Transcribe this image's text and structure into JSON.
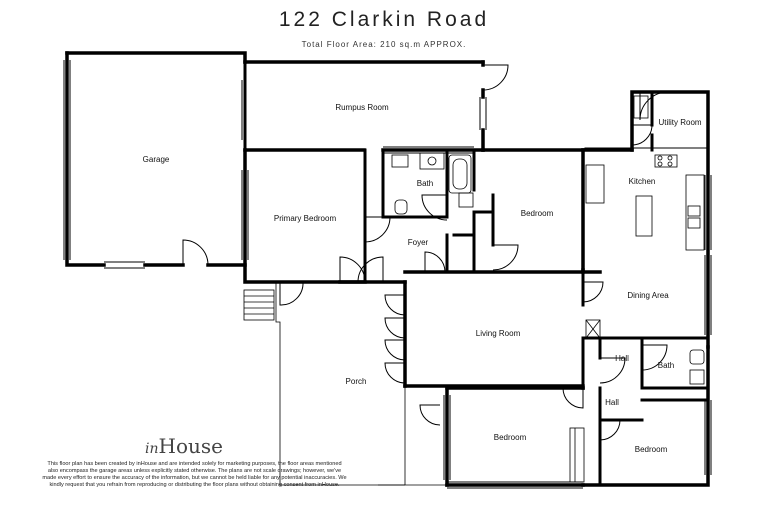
{
  "header": {
    "title": "122 Clarkin Road",
    "subtitle": "Total Floor Area: 210 sq.m APPROX."
  },
  "rooms": {
    "garage": "Garage",
    "rumpus": "Rumpus Room",
    "primary_bedroom": "Primary Bedroom",
    "bath1": "Bath",
    "foyer": "Foyer",
    "bedroom1": "Bedroom",
    "utility": "Utility Room",
    "kitchen": "Kitchen",
    "dining": "Dining Area",
    "living": "Living Room",
    "porch": "Porch",
    "hall1": "Hall",
    "bath2": "Bath",
    "hall2": "Hall",
    "bedroom2": "Bedroom",
    "bedroom3": "Bedroom"
  },
  "branding": {
    "logo_in": "in",
    "logo_house": "House"
  },
  "disclaimer": "This floor plan has been created by inHouse and are intended solely for marketing purposes, the floor areas mentioned also encompass the garage areas unless explicitly stated otherwise. The plans are not scale drawings; however, we've made every effort to ensure the accuracy of the information, but we cannot be held liable for any potential inaccuracies. We kindly request that you refrain from reproducing or distributing the floor plans without obtaining consent from inHouse.",
  "colors": {
    "wall": "#000000",
    "line": "#333333",
    "paper": "#ffffff"
  }
}
